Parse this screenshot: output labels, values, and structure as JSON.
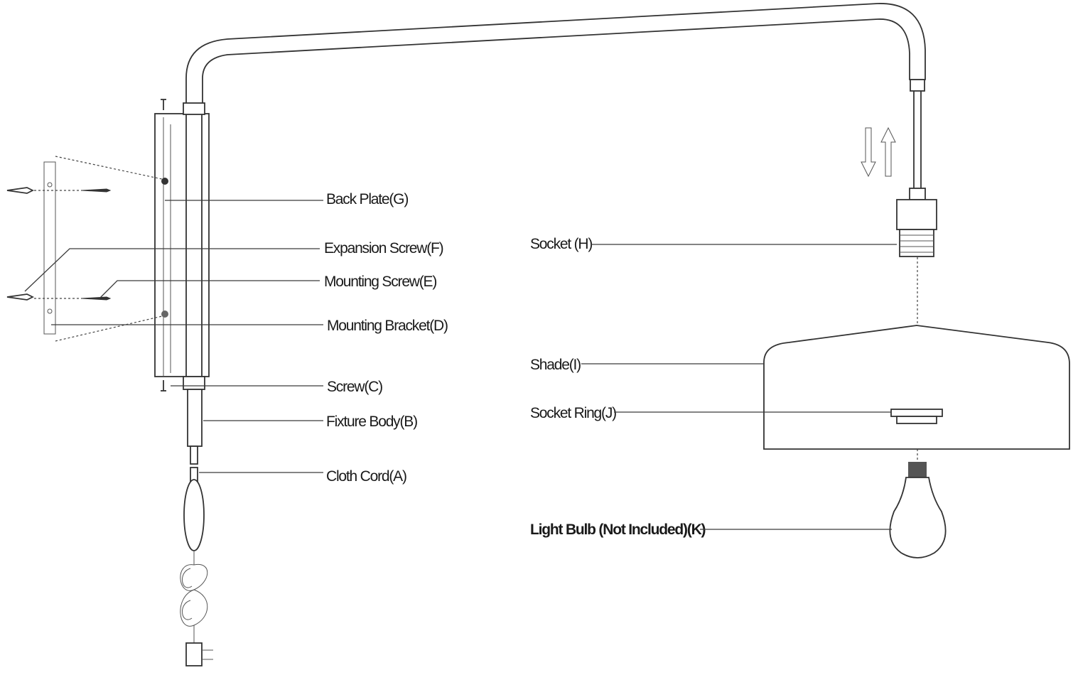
{
  "labels": {
    "back_plate": "Back Plate(G)",
    "expansion_screw": "Expansion Screw(F)",
    "mounting_screw": "Mounting Screw(E)",
    "mounting_bracket": "Mounting Bracket(D)",
    "screw": "Screw(C)",
    "fixture_body": "Fixture Body(B)",
    "cloth_cord": "Cloth Cord(A)",
    "socket": "Socket (H)",
    "shade": "Shade(I)",
    "socket_ring": "Socket Ring(J)",
    "light_bulb": "Light Bulb (Not Included)(K)"
  }
}
